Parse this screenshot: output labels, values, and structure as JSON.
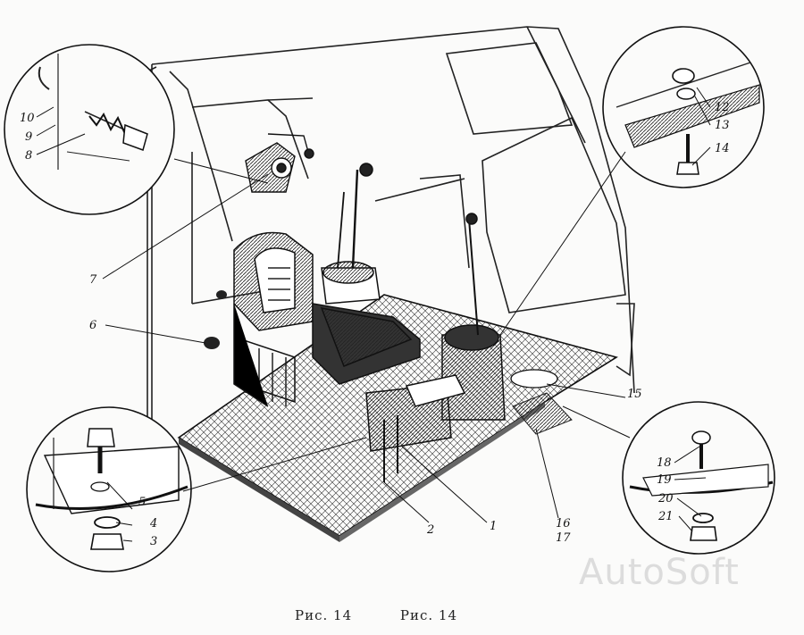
{
  "callouts": {
    "n1": "1",
    "n2": "2",
    "n3": "3",
    "n4": "4",
    "n5": "5",
    "n6": "6",
    "n7": "7",
    "n8": "8",
    "n9": "9",
    "n10": "10",
    "n12": "12",
    "n13": "13",
    "n14": "14",
    "n15": "15",
    "n16": "16",
    "n17": "17",
    "n18": "18",
    "n19": "19",
    "n20": "20",
    "n21": "21"
  },
  "caption": {
    "left": "Рис. 14",
    "right": "Рис. 14"
  },
  "watermark": "AutoSoft"
}
